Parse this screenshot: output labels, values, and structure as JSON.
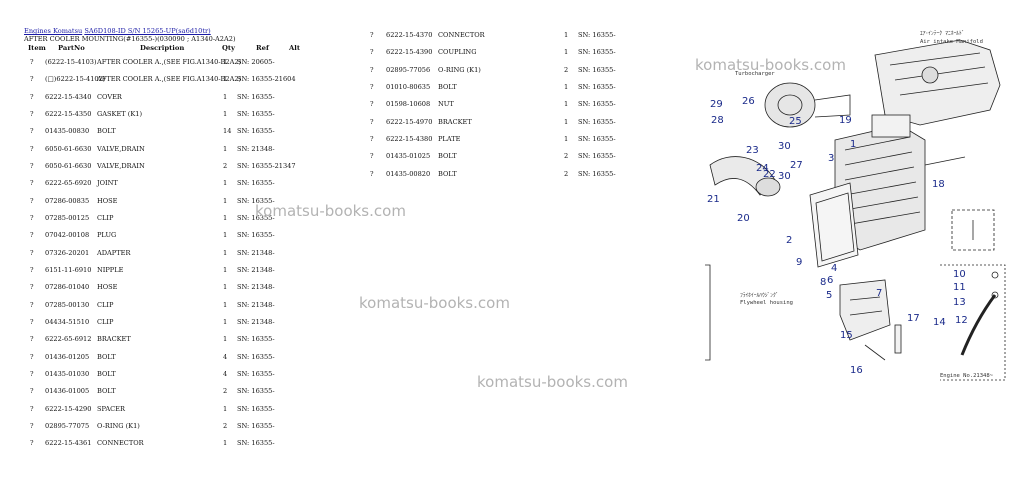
{
  "breadcrumb": {
    "parts": [
      {
        "label": "Engines Komatsu"
      },
      {
        "label": "SA6D108-ID S/N 15265-UP(sa6d10tr)"
      }
    ]
  },
  "subtitle": "AFTER COOLER MOUNTING(#16355-)(030090 ; A1340-A2A2)",
  "columns": {
    "item": "Item",
    "partno": "PartNo",
    "description": "Description",
    "qty": "Qty",
    "ref": "Ref",
    "alt": "Alt"
  },
  "left_rows": [
    {
      "item": "?",
      "partno": "(6222-15-4103)",
      "desc": "AFTER COOLER A.,(SEE FIG.A1340-B2A2)",
      "qty": "1",
      "ref": "SN: 20605-"
    },
    {
      "item": "?",
      "partno": "(□)6222-15-4102)",
      "desc": "AFTER COOLER A.,(SEE FIG.A1340-B2A2)",
      "qty": "1",
      "ref": "SN: 16355-21604"
    },
    {
      "item": "?",
      "partno": "6222-15-4340",
      "desc": "COVER",
      "qty": "1",
      "ref": "SN: 16355-"
    },
    {
      "item": "?",
      "partno": "6222-15-4350",
      "desc": "GASKET (K1)",
      "qty": "1",
      "ref": "SN: 16355-"
    },
    {
      "item": "?",
      "partno": "01435-00830",
      "desc": "BOLT",
      "qty": "14",
      "ref": "SN: 16355-"
    },
    {
      "item": "?",
      "partno": "6050-61-6630",
      "desc": "VALVE,DRAIN",
      "qty": "1",
      "ref": "SN: 21348-"
    },
    {
      "item": "?",
      "partno": "6050-61-6630",
      "desc": "VALVE,DRAIN",
      "qty": "2",
      "ref": "SN: 16355-21347"
    },
    {
      "item": "?",
      "partno": "6222-65-6920",
      "desc": "JOINT",
      "qty": "1",
      "ref": "SN: 16355-"
    },
    {
      "item": "?",
      "partno": "07286-00835",
      "desc": "HOSE",
      "qty": "1",
      "ref": "SN: 16355-"
    },
    {
      "item": "?",
      "partno": "07285-00125",
      "desc": "CLIP",
      "qty": "1",
      "ref": "SN: 16355-"
    },
    {
      "item": "?",
      "partno": "07042-00108",
      "desc": "PLUG",
      "qty": "1",
      "ref": "SN: 16355-"
    },
    {
      "item": "?",
      "partno": "07326-20201",
      "desc": "ADAPTER",
      "qty": "1",
      "ref": "SN: 21348-"
    },
    {
      "item": "?",
      "partno": "6151-11-6910",
      "desc": "NIPPLE",
      "qty": "1",
      "ref": "SN: 21348-"
    },
    {
      "item": "?",
      "partno": "07286-01040",
      "desc": "HOSE",
      "qty": "1",
      "ref": "SN: 21348-"
    },
    {
      "item": "?",
      "partno": "07285-00130",
      "desc": "CLIP",
      "qty": "1",
      "ref": "SN: 21348-"
    },
    {
      "item": "?",
      "partno": "04434-51510",
      "desc": "CLIP",
      "qty": "1",
      "ref": "SN: 21348-"
    },
    {
      "item": "?",
      "partno": "6222-65-6912",
      "desc": "BRACKET",
      "qty": "1",
      "ref": "SN: 16355-"
    },
    {
      "item": "?",
      "partno": "01436-01205",
      "desc": "BOLT",
      "qty": "4",
      "ref": "SN: 16355-"
    },
    {
      "item": "?",
      "partno": "01435-01030",
      "desc": "BOLT",
      "qty": "4",
      "ref": "SN: 16355-"
    },
    {
      "item": "?",
      "partno": "01436-01005",
      "desc": "BOLT",
      "qty": "2",
      "ref": "SN: 16355-"
    },
    {
      "item": "?",
      "partno": "6222-15-4290",
      "desc": "SPACER",
      "qty": "1",
      "ref": "SN: 16355-"
    },
    {
      "item": "?",
      "partno": "02895-77075",
      "desc": "O-RING (K1)",
      "qty": "2",
      "ref": "SN: 16355-"
    },
    {
      "item": "?",
      "partno": "6222-15-4361",
      "desc": "CONNECTOR",
      "qty": "1",
      "ref": "SN: 16355-"
    }
  ],
  "right_rows": [
    {
      "item": "?",
      "partno": "6222-15-4370",
      "desc": "CONNECTOR",
      "qty": "1",
      "ref": "SN: 16355-"
    },
    {
      "item": "?",
      "partno": "6222-15-4390",
      "desc": "COUPLING",
      "qty": "1",
      "ref": "SN: 16355-"
    },
    {
      "item": "?",
      "partno": "02895-77056",
      "desc": "O-RING (K1)",
      "qty": "2",
      "ref": "SN: 16355-"
    },
    {
      "item": "?",
      "partno": "01010-80635",
      "desc": "BOLT",
      "qty": "1",
      "ref": "SN: 16355-"
    },
    {
      "item": "?",
      "partno": "01598-10608",
      "desc": "NUT",
      "qty": "1",
      "ref": "SN: 16355-"
    },
    {
      "item": "?",
      "partno": "6222-15-4970",
      "desc": "BRACKET",
      "qty": "1",
      "ref": "SN: 16355-"
    },
    {
      "item": "?",
      "partno": "6222-15-4380",
      "desc": "PLATE",
      "qty": "1",
      "ref": "SN: 16355-"
    },
    {
      "item": "?",
      "partno": "01435-01025",
      "desc": "BOLT",
      "qty": "2",
      "ref": "SN: 16355-"
    },
    {
      "item": "?",
      "partno": "01435-00820",
      "desc": "BOLT",
      "qty": "2",
      "ref": "SN: 16355-"
    }
  ],
  "watermark": "komatsu-books.com",
  "diagram": {
    "callouts": [
      "1",
      "2",
      "3",
      "4",
      "5",
      "6",
      "7",
      "8",
      "9",
      "10",
      "11",
      "12",
      "13",
      "14",
      "15",
      "16",
      "17",
      "18",
      "19",
      "20",
      "21",
      "22",
      "23",
      "24",
      "25",
      "26",
      "27",
      "28",
      "29",
      "30",
      "30"
    ],
    "notes": [
      "ｴｱ･ｲﾝﾃｰｸ ﾏﾆﾎｰﾙﾄﾞ",
      "Air intake Manifold",
      "Turbocharger",
      "ﾌﾗｲﾎｲｰﾙﾊｳｼﾞﾝｸﾞ",
      "Flywheel housing",
      "Engine No.21348~"
    ]
  }
}
